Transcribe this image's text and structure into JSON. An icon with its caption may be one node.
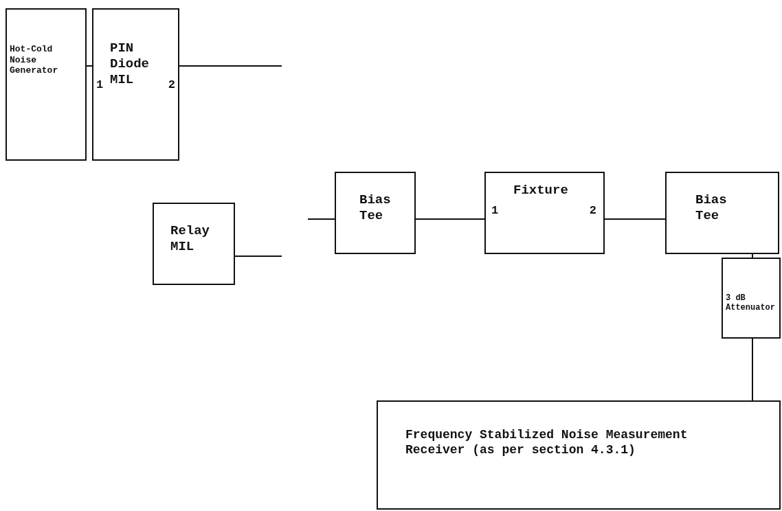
{
  "diagram": {
    "nodes": [
      {
        "text": [
          "Hot-Cold Noise Generator"
        ]
      },
      {
        "text": [
          "PIN Diode MIL",
          "1",
          "2"
        ]
      },
      {
        "text": [
          "Relay MIL"
        ]
      },
      {
        "text": [
          "Bias Tee"
        ]
      },
      {
        "text": [
          "Fixture",
          "1",
          "2"
        ]
      },
      {
        "text": [
          "Bias Tee"
        ]
      },
      {
        "text": [
          "3 dB Attenuator"
        ]
      },
      {
        "text": [
          "Frequency Stabilized Noise Measurement Receiver (as per section 4.3.1)"
        ]
      }
    ],
    "edges": [
      {
        "from": 0,
        "to": 1,
        "arrow": "none"
      },
      {
        "from": 1,
        "to": null,
        "arrow": "none"
      },
      {
        "from": 2,
        "to": null,
        "arrow": "none"
      },
      {
        "from": null,
        "to": 3,
        "arrow": "none"
      },
      {
        "from": 3,
        "to": 4,
        "arrow": "none"
      },
      {
        "from": 4,
        "to": 5,
        "arrow": "none"
      },
      {
        "from": 5,
        "to": 6,
        "arrow": "none"
      },
      {
        "from": 6,
        "to": 7,
        "arrow": "none"
      }
    ]
  }
}
